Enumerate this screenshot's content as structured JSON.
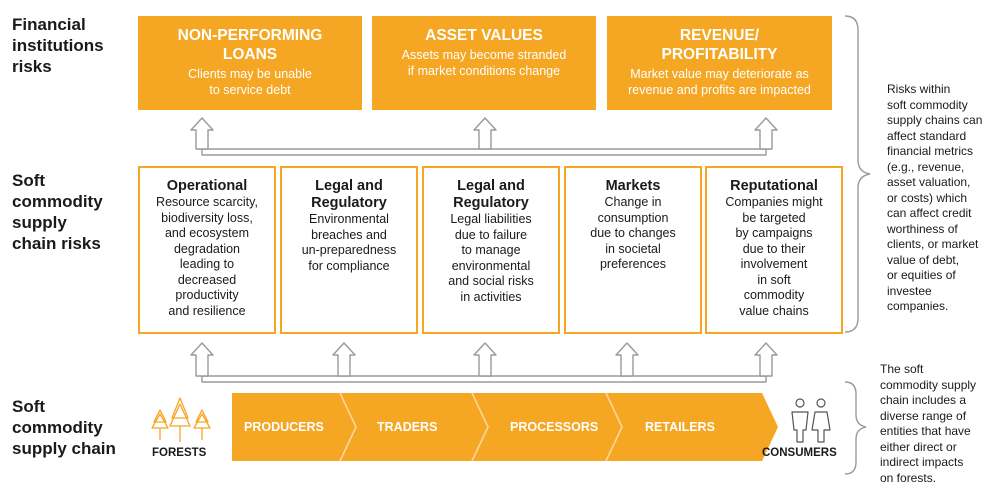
{
  "row_labels": {
    "financial": "Financial\ninstitutions\nrisks",
    "supply_risks": "Soft\ncommodity\nsupply\nchain risks",
    "supply_chain": "Soft\ncommodity\nsupply chain"
  },
  "financial_risks": [
    {
      "title": "NON-PERFORMING\nLOANS",
      "desc": "Clients may be unable\nto service debt"
    },
    {
      "title": "ASSET VALUES",
      "desc": "Assets may become stranded\nif market conditions change"
    },
    {
      "title": "REVENUE/\nPROFITABILITY",
      "desc": "Market value may deteriorate as\nrevenue and profits are impacted"
    }
  ],
  "supply_chain_risks": [
    {
      "title": "Operational",
      "desc": "Resource scarcity,\nbiodiversity loss,\nand ecosystem\ndegradation\nleading to\ndecreased\nproductivity\nand resilience"
    },
    {
      "title": "Legal and\nRegulatory",
      "desc": "Environmental\nbreaches and\nun-preparedness\nfor compliance"
    },
    {
      "title": "Legal and\nRegulatory",
      "desc": "Legal liabilities\ndue to failure\nto manage\nenvironmental\nand social risks\nin activities"
    },
    {
      "title": "Markets",
      "desc": "Change in\nconsumption\ndue to changes\nin societal\npreferences"
    },
    {
      "title": "Reputational",
      "desc": "Companies might\nbe targeted\nby campaigns\ndue to their\ninvolvement\nin soft\ncommodity\nvalue chains"
    }
  ],
  "chain": {
    "start": "FORESTS",
    "stages": [
      "PRODUCERS",
      "TRADERS",
      "PROCESSORS",
      "RETAILERS"
    ],
    "end": "CONSUMERS"
  },
  "side_notes": {
    "upper": "Risks within\nsoft commodity\nsupply chains can\naffect standard\nfinancial metrics\n(e.g., revenue,\nasset valuation,\nor costs) which\ncan affect credit\nworthiness of\nclients, or market\nvalue of debt,\nor equities of\ninvestee\ncompanies.",
    "lower": "The soft\ncommodity supply\nchain includes a\ndiverse range of\nentities that have\neither direct or\nindirect impacts\non forests."
  },
  "colors": {
    "accent": "#f5a623",
    "arrow": "#9a9a9a",
    "text": "#1a1a1a"
  },
  "icons": [
    "trees-icon",
    "consumers-icon",
    "up-arrow-icon",
    "brace-icon"
  ]
}
